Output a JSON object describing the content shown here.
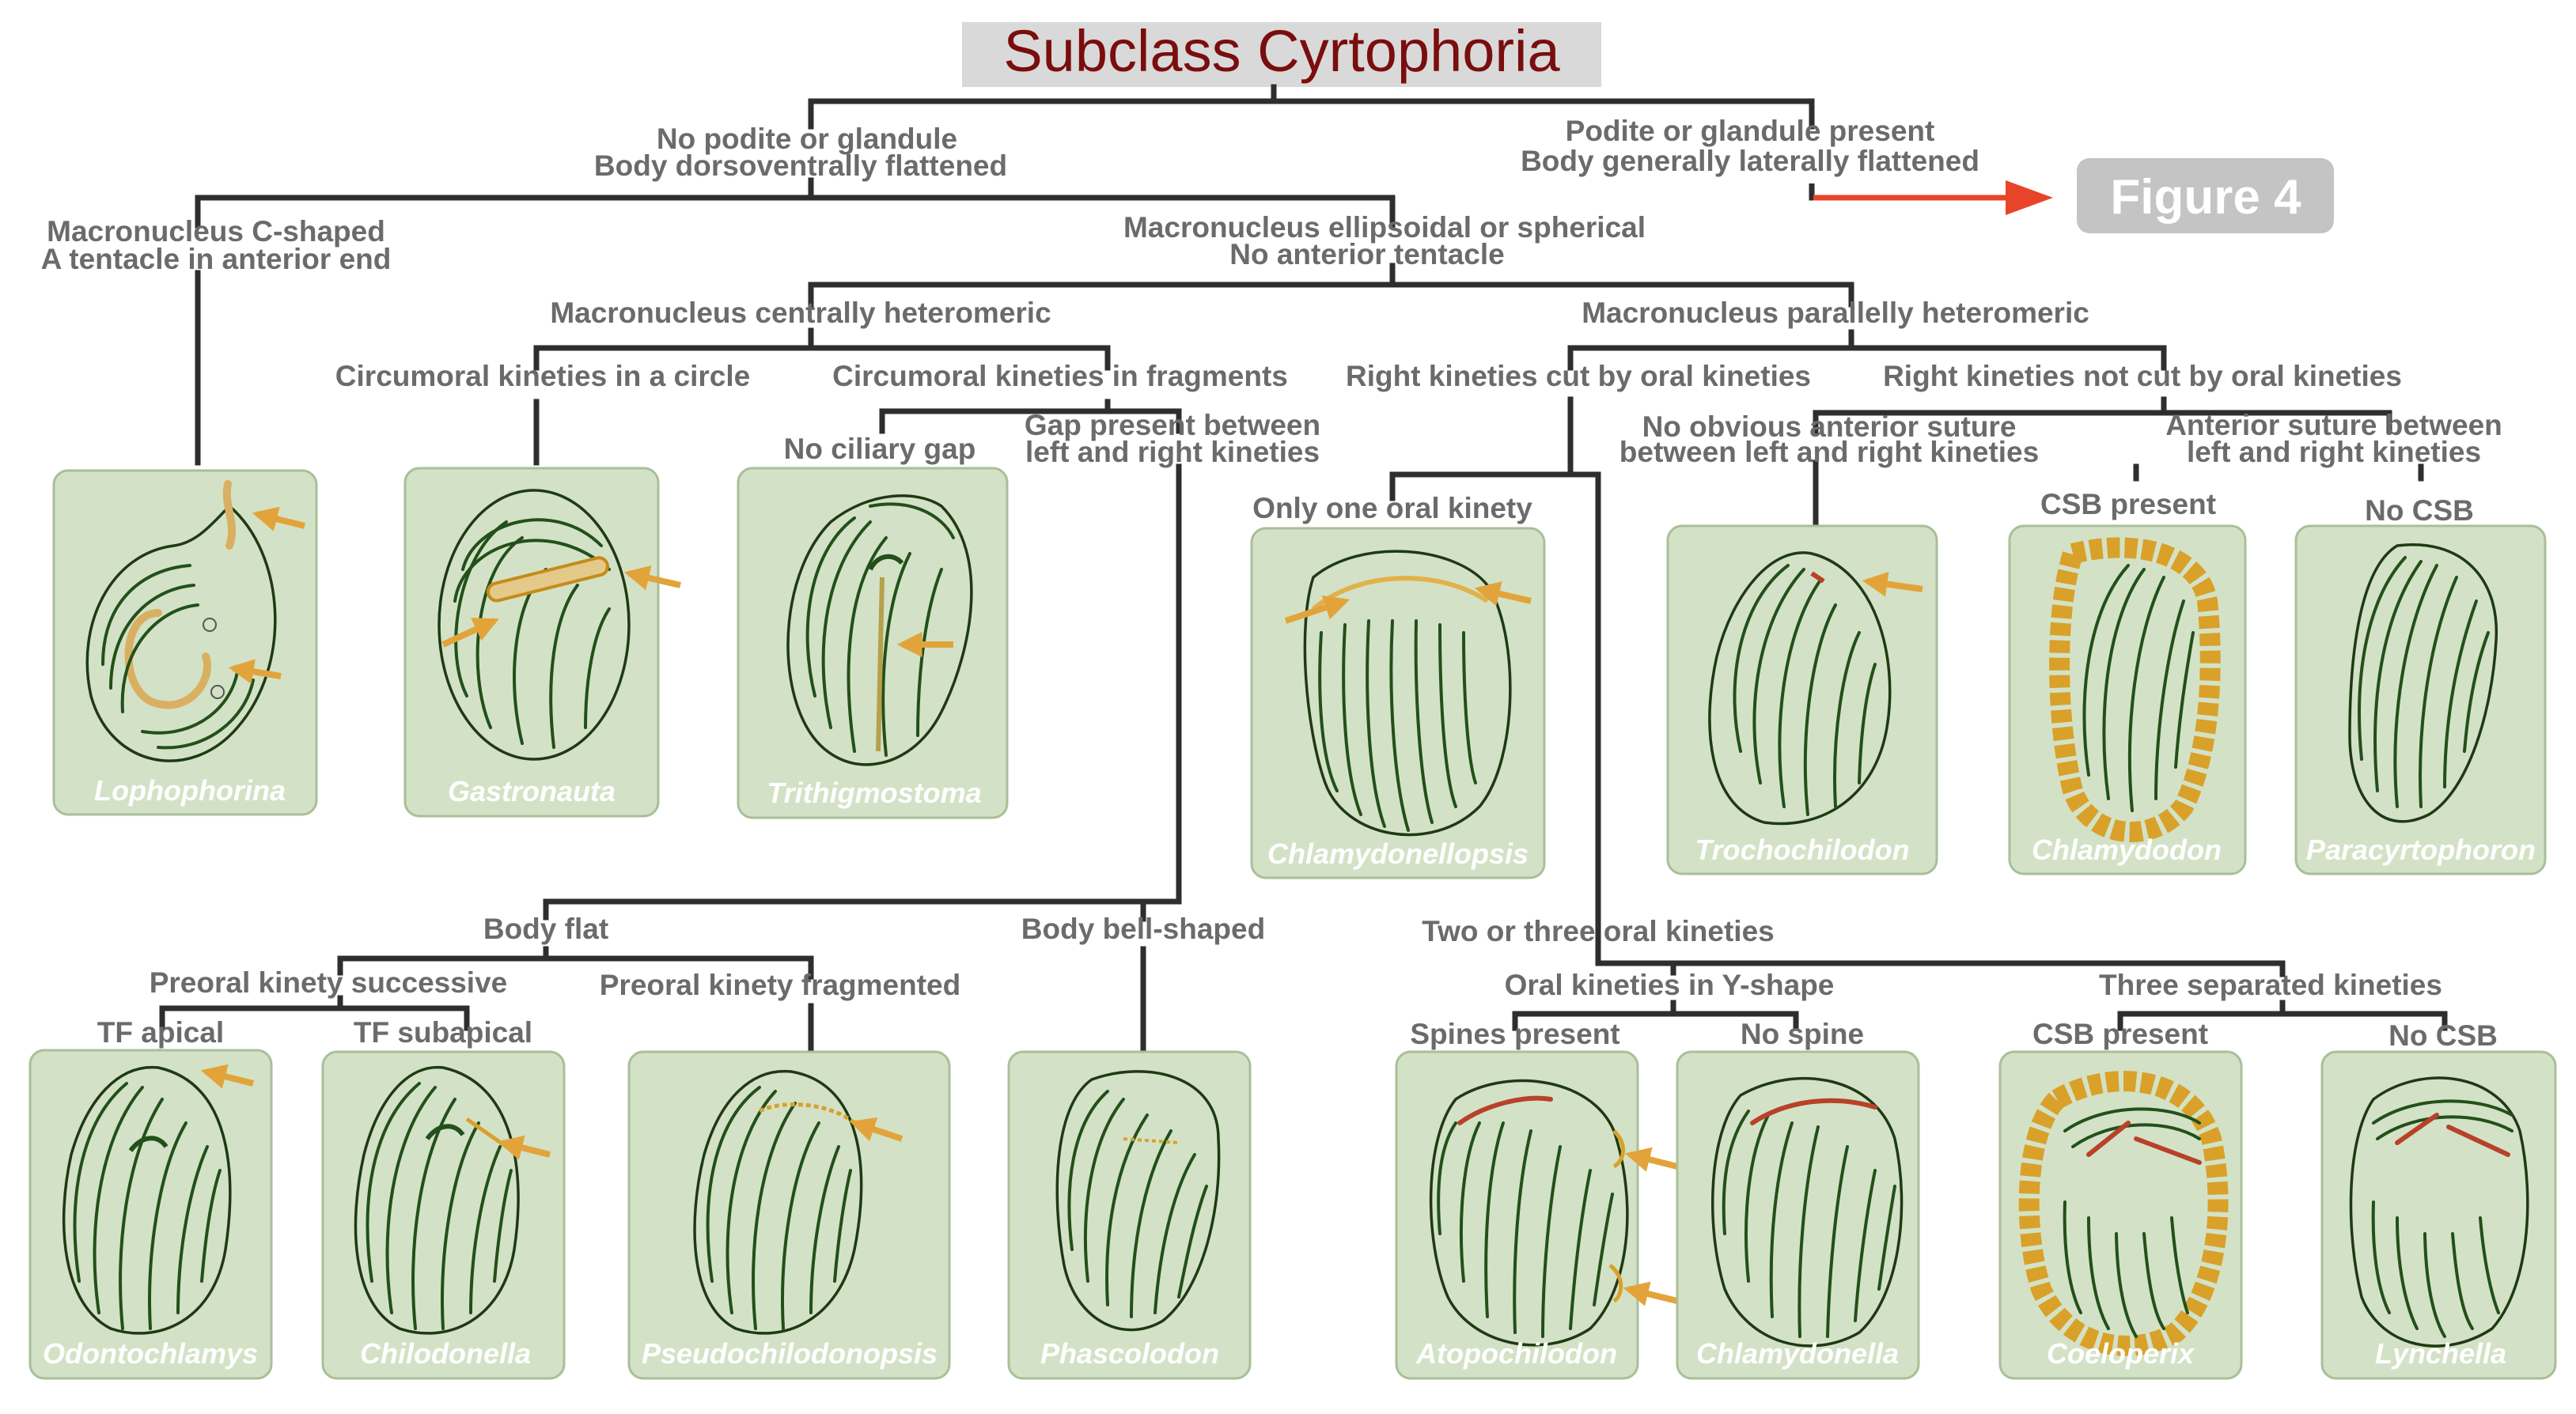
{
  "title": "Subclass  Cyrtophoria",
  "figure_ref": "Figure 4",
  "nodes": {
    "n_no_podite_1": "No podite or glandule",
    "n_no_podite_2": "Body dorsoventrally flattened",
    "n_podite_1": "Podite or glandule present",
    "n_podite_2": "Body generally laterally flattened",
    "n_mac_c_1": "Macronucleus C-shaped",
    "n_mac_c_2": "A tentacle in anterior end",
    "n_mac_ell_1": "Macronucleus ellipsoidal or spherical",
    "n_mac_ell_2": "No anterior tentacle",
    "n_central": "Macronucleus centrally heteromeric",
    "n_parallel": "Macronucleus parallelly heteromeric",
    "n_circle": "Circumoral kineties in a circle",
    "n_fragments": "Circumoral kineties in fragments",
    "n_no_gap": "No ciliary gap",
    "n_gap_1": "Gap present between",
    "n_gap_2": "left and right kineties",
    "n_right_cut": "Right kineties cut by oral kineties",
    "n_right_notcut": "Right kineties not cut by oral kineties",
    "n_no_suture_1": "No obvious anterior suture",
    "n_no_suture_2": "between left and right kineties",
    "n_suture_1": "Anterior suture between",
    "n_suture_2": "left and right kineties",
    "n_one_oral": "Only one oral kinety",
    "n_csb1": "CSB present",
    "n_nocsb1": "No CSB",
    "n_body_flat": "Body flat",
    "n_body_bell": "Body bell-shaped",
    "n_two_three": "Two or three oral kineties",
    "n_preoral_succ": "Preoral kinety successive",
    "n_preoral_frag": "Preoral kinety fragmented",
    "n_tf_apical": "TF apical",
    "n_tf_sub": "TF subapical",
    "n_y_shape": "Oral kineties in Y-shape",
    "n_three_sep": "Three separated kineties",
    "n_spines": "Spines present",
    "n_no_spine": "No spine",
    "n_csb2": "CSB present",
    "n_nocsb2": "No CSB"
  },
  "taxa": {
    "lophophorina": "Lophophorina",
    "gastronauta": "Gastronauta",
    "trithigmostoma": "Trithigmostoma",
    "chlamydonellopsis": "Chlamydonellopsis",
    "trochochilodon": "Trochochilodon",
    "chlamydodon": "Chlamydodon",
    "paracyrtophoron": "Paracyrtophoron",
    "odontochlamys": "Odontochlamys",
    "chilodonella": "Chilodonella",
    "pseudochilodonopsis": "Pseudochilodonopsis",
    "phascolodon": "Phascolodon",
    "atopochilodon": "Atopochilodon",
    "chlamydonella": "Chlamydonella",
    "coeloperix": "Coeloperix",
    "lynchella": "Lynchella"
  },
  "colors": {
    "edge": "#2e2e2e",
    "title_text": "#7a0d0d",
    "title_box": "#d9d9d9",
    "label_text": "#6b6b6b",
    "card_fill": "#d3e2c6",
    "highlight": "#e2a43a",
    "figure_arrow": "#e8442a"
  }
}
